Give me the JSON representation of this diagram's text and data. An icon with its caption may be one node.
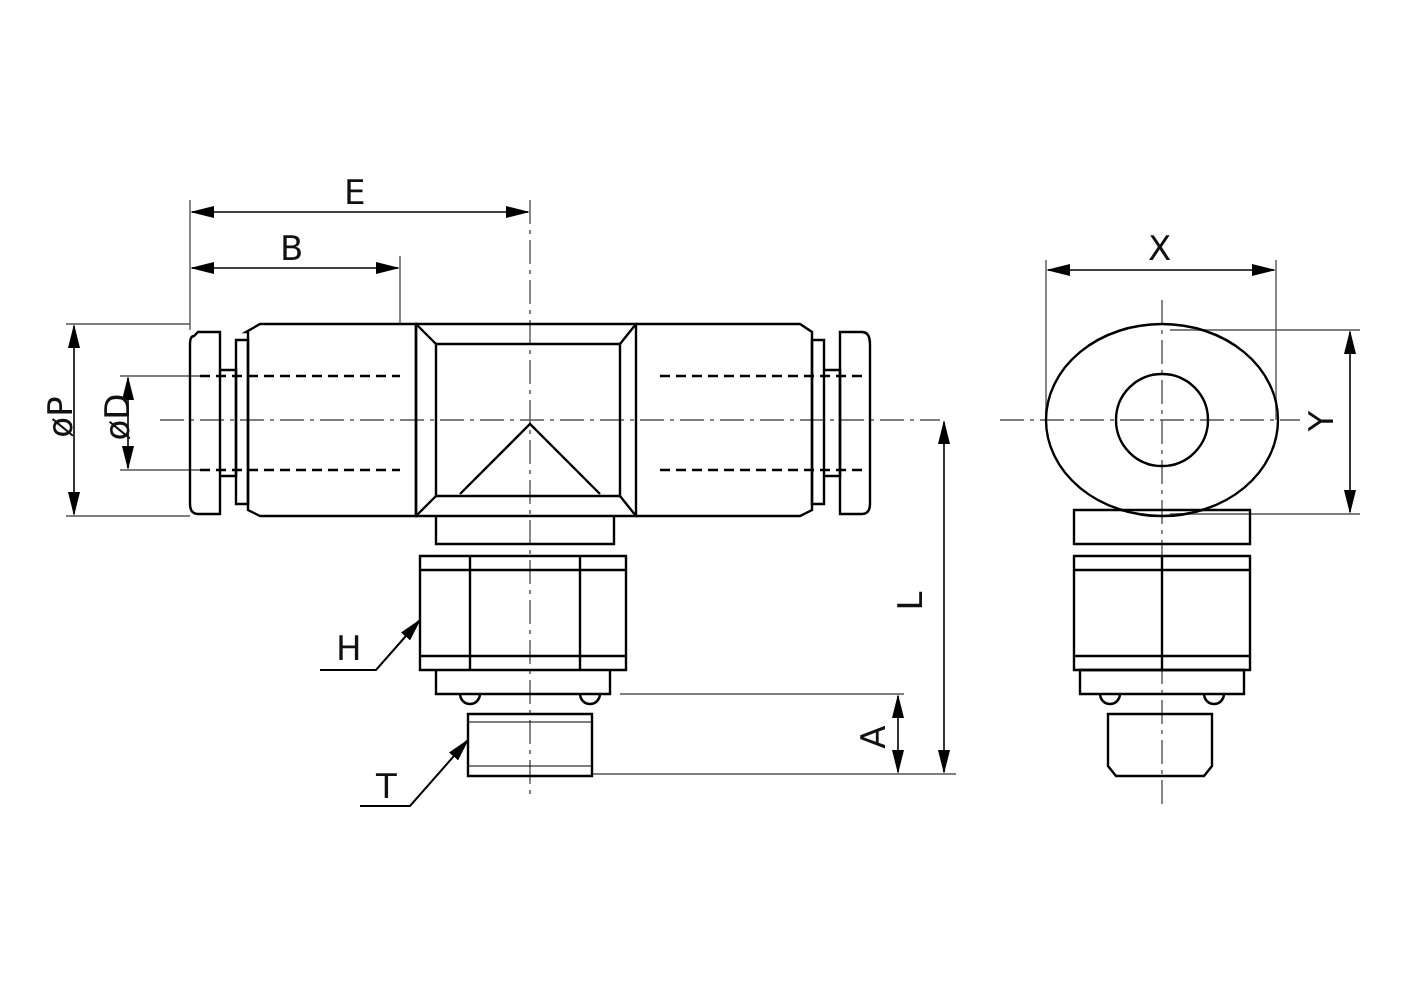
{
  "diagram": {
    "nodes": [
      {
        "text": [
          "H"
        ]
      },
      {
        "text": [],
        "shape": "box"
      },
      {
        "text": [
          "T"
        ]
      },
      {
        "text": [],
        "shape": "box"
      }
    ],
    "edges": [
      {
        "from": 0,
        "to": 1,
        "arrow": "to"
      },
      {
        "from": 2,
        "to": 3,
        "arrow": "to"
      }
    ],
    "labels": [
      "E",
      "B",
      "X",
      "øP",
      "øD",
      "Y",
      "L",
      "A"
    ]
  }
}
